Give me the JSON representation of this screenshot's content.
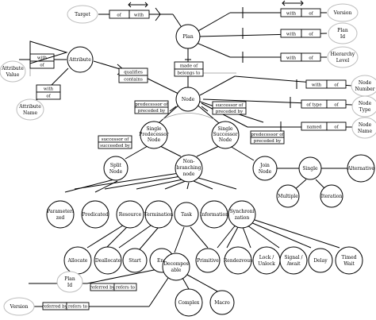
{
  "nodes": {
    "plan": "Plan",
    "target": "Target",
    "version_top": "Version",
    "plan_id_top": [
      "Plan",
      "Id"
    ],
    "hierarchy_level": [
      "Hierarchy",
      "Level"
    ],
    "attribute": "Attribute",
    "attribute_value": [
      "Attribute",
      "Value"
    ],
    "attribute_name": [
      "Attribute",
      "Name"
    ],
    "node": "Node",
    "node_number": [
      "Node",
      "Number"
    ],
    "node_type": [
      "Node",
      "Type"
    ],
    "node_name": [
      "Node",
      "Name"
    ],
    "single_predecessor": [
      "Single",
      "Predecessor",
      "Node"
    ],
    "single_successor": [
      "Single",
      "Successor",
      "Node"
    ],
    "split_node": [
      "Split",
      "Node"
    ],
    "join_node": [
      "Join",
      "Node"
    ],
    "non_branching": [
      "Non-",
      "branching",
      "node"
    ],
    "single": "Single",
    "alternative": "Alternative",
    "multiple": "Multiple",
    "iteration": "Iteration",
    "parameterized": [
      "Parameteri",
      "zed"
    ],
    "predicated": "Predicated",
    "resource": "Resource",
    "termination": "Termination",
    "task": "Task",
    "information": "Information",
    "synchronization": [
      "Synchroni",
      "zation"
    ],
    "allocate": "Allocate",
    "deallocate": "Deallocate",
    "start": "Start",
    "end": "End",
    "decomposable": [
      "Decompos",
      "able"
    ],
    "primitive": "Primitive",
    "rendezvous": "Rendezvous",
    "lock_unlock": [
      "Lock /",
      "Unlock"
    ],
    "signal_await": [
      "Signal /",
      "Await"
    ],
    "delay": "Delay",
    "timed_wait": [
      "Timed",
      "Wait"
    ],
    "plan_id_bottom": [
      "Plan",
      "Id"
    ],
    "version_bottom": "Version",
    "complex": "Complex",
    "macro": "Macro"
  },
  "relations": {
    "of": "of",
    "with": "with",
    "of_type": "of type",
    "named": "named",
    "made_of": "made of",
    "belongs_to": "belongs to",
    "qualifies": "qualifies",
    "contains": "contains",
    "predecessor_of": "predecessor of",
    "preceded_by": "preceded by",
    "successor_of": "successor of",
    "succeeded_by": "succeeded by",
    "referred_by": "referred by",
    "refers_to": "refers to"
  }
}
